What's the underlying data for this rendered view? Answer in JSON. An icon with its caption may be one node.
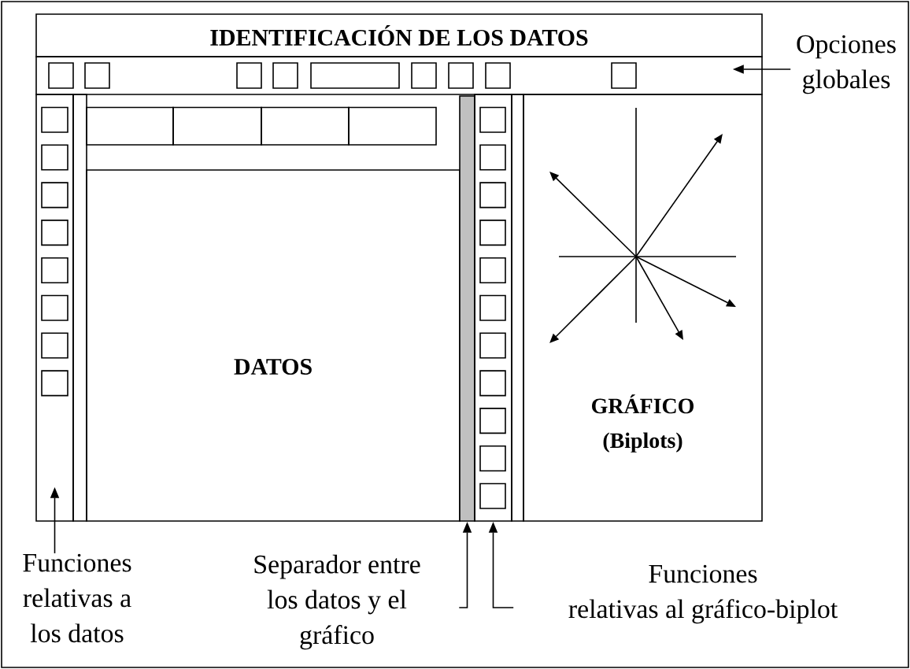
{
  "diagram": {
    "nodes": [
      {
        "text": [
          "IDENTIFICACIÓN DE LOS DATOS"
        ]
      },
      {
        "text": [],
        "shape": "box"
      },
      {
        "text": [],
        "shape": "box"
      },
      {
        "text": [
          "DATOS"
        ]
      },
      {
        "text": [],
        "shape": "bar"
      },
      {
        "text": [],
        "shape": "box"
      },
      {
        "text": [
          "GRÁFICO (Biplots)"
        ]
      },
      {
        "text": [
          "Opciones globales"
        ]
      },
      {
        "text": [
          "Funciones relativas a los datos"
        ]
      },
      {
        "text": [
          "Separador entre los datos y el gráfico"
        ]
      },
      {
        "text": [
          "Funciones relativas al gráfico-biplot"
        ]
      }
    ],
    "edges": [
      {
        "from": 7,
        "to": 1,
        "arrow": "to"
      },
      {
        "from": 8,
        "to": 2,
        "arrow": "to"
      },
      {
        "from": 9,
        "to": 4,
        "arrow": "to"
      },
      {
        "from": 10,
        "to": 5,
        "arrow": "to"
      }
    ]
  }
}
